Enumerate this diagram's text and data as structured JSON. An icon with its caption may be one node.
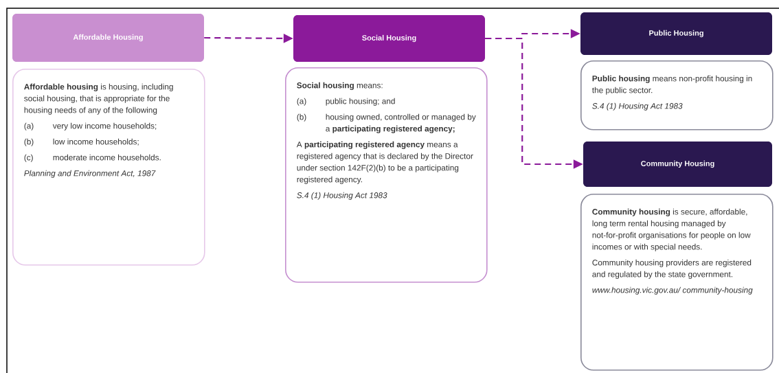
{
  "diagram": {
    "nodes": [
      {
        "text": [
          "Affordable Housing"
        ]
      },
      {
        "text": [
          "**Affordable housing** is housing, including social housing, that is appropriate for the housing needs of any of the following",
          "(a)",
          "very low income households;",
          "(b)",
          "low income households;",
          "(c)",
          "moderate income households.",
          "Planning and Environment Act, 1987"
        ]
      },
      {
        "text": [
          "Social Housing"
        ]
      },
      {
        "text": [
          "**Social housing** means:",
          "(a)",
          "public housing; and",
          "(b)",
          "housing owned, controlled or managed by a **participating registered agency;**",
          "A **participating registered agency** means a registered agency that is declared by the Director under section 142F(2)(b) to be a participating registered agency.",
          "S.4 (1) Housing Act 1983"
        ]
      },
      {
        "text": [
          "Public Housing"
        ]
      },
      {
        "text": [
          "**Public housing** means non-profit housing in the public sector.",
          "S.4 (1) Housing Act 1983"
        ]
      },
      {
        "text": [
          "Community Housing"
        ]
      },
      {
        "text": [
          "**Community housing** is secure, affordable, long term rental housing managed by not-for-profit organisations for people on low incomes or with special needs.",
          "Community housing providers are registered and regulated by the state government.",
          "www.housing.vic.gov.au/ community-housing"
        ]
      }
    ],
    "edges": [
      {
        "from": 0,
        "to": 2,
        "arrow": "to",
        "style": "dashed"
      },
      {
        "from": 2,
        "to": 4,
        "arrow": "to",
        "style": "dashed"
      },
      {
        "from": 2,
        "to": 6,
        "arrow": "to",
        "style": "dashed"
      }
    ]
  }
}
